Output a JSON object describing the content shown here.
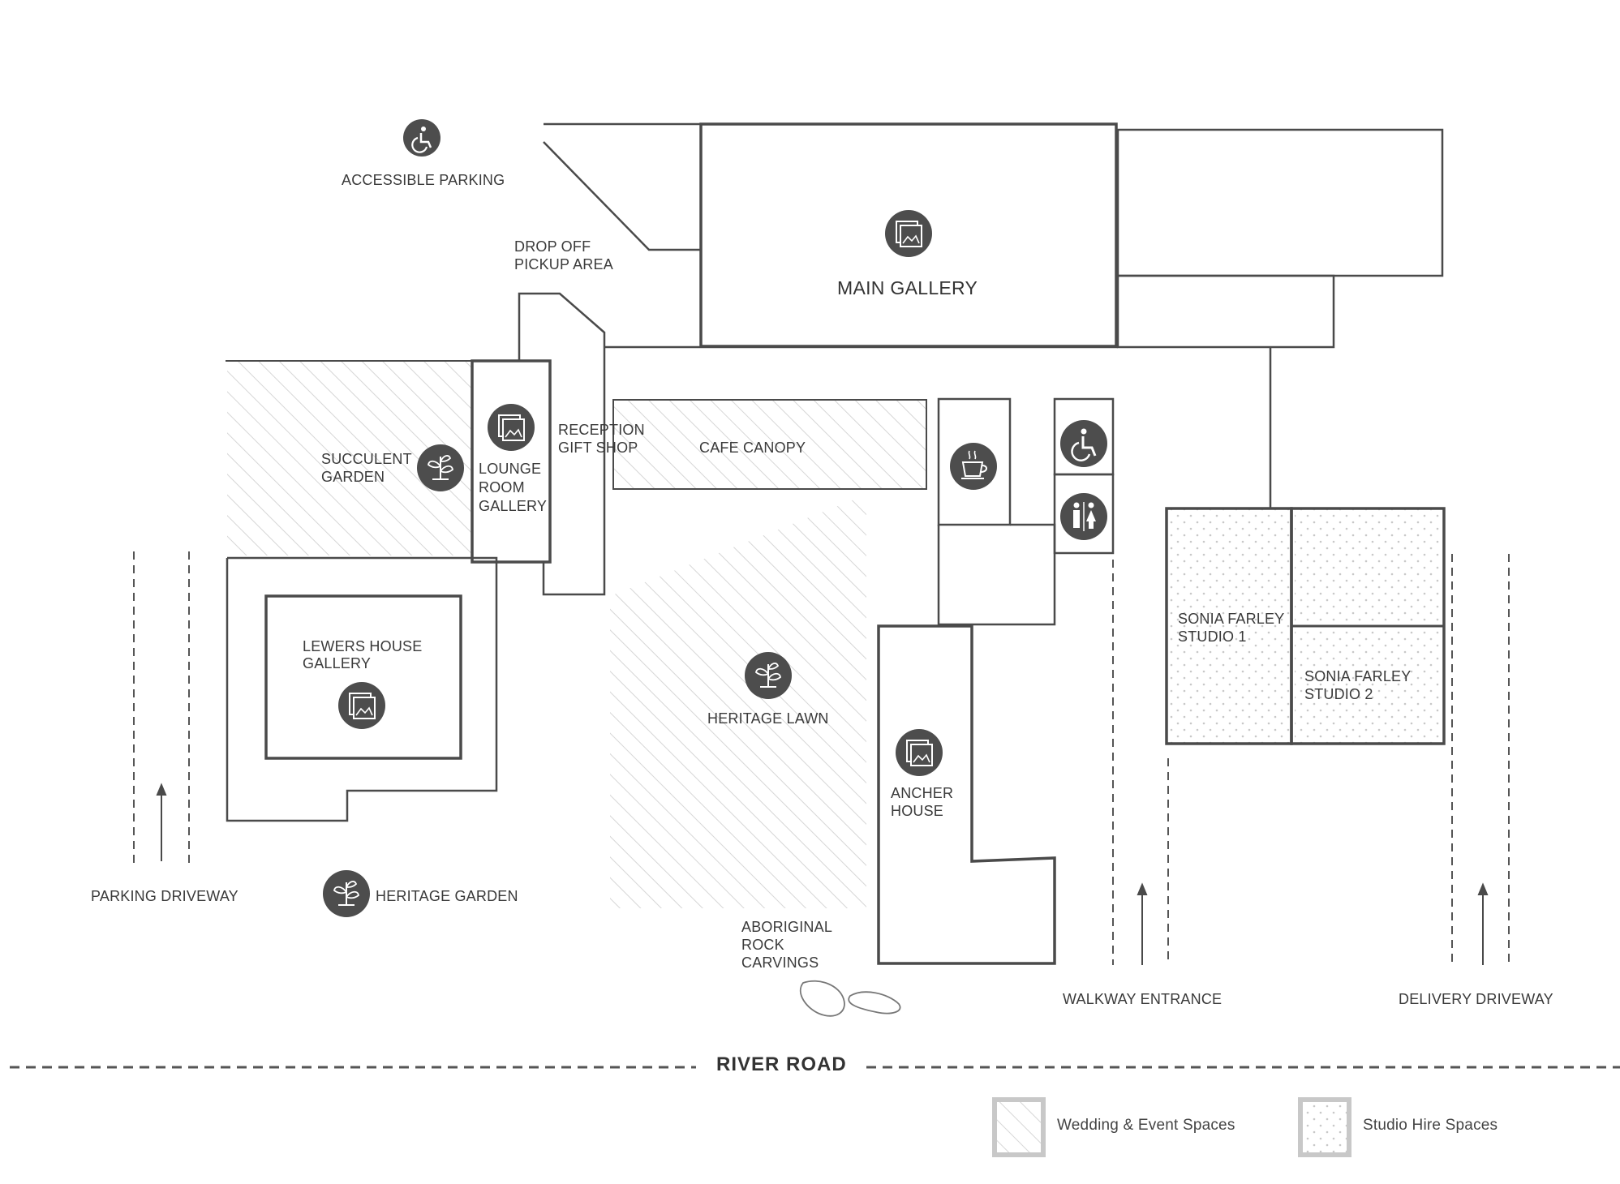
{
  "labels": {
    "accessible_parking": "ACCESSIBLE PARKING",
    "drop_off_1": "DROP OFF",
    "drop_off_2": "PICKUP AREA",
    "main_gallery": "MAIN GALLERY",
    "reception_1": "RECEPTION",
    "reception_2": "GIFT SHOP",
    "cafe_canopy": "CAFE CANOPY",
    "succulent_1": "SUCCULENT",
    "succulent_2": "GARDEN",
    "lounge_1": "LOUNGE",
    "lounge_2": "ROOM",
    "lounge_3": "GALLERY",
    "lewers_1": "LEWERS HOUSE",
    "lewers_2": "GALLERY",
    "heritage_lawn": "HERITAGE LAWN",
    "ancher_1": "ANCHER",
    "ancher_2": "HOUSE",
    "studio1_1": "SONIA FARLEY",
    "studio1_2": "STUDIO 1",
    "studio2_1": "SONIA FARLEY",
    "studio2_2": "STUDIO 2",
    "parking_driveway": "PARKING DRIVEWAY",
    "heritage_garden": "HERITAGE GARDEN",
    "aboriginal_1": "ABORIGINAL",
    "aboriginal_2": "ROCK",
    "aboriginal_3": "CARVINGS",
    "walkway_entrance": "WALKWAY ENTRANCE",
    "delivery_driveway": "DELIVERY DRIVEWAY",
    "river_road": "RIVER ROAD"
  },
  "legend": [
    {
      "label": "Wedding & Event Spaces",
      "pattern": "hatched"
    },
    {
      "label": "Studio Hire Spaces",
      "pattern": "dotted"
    }
  ],
  "icons": {
    "accessible_parking": "accessible-parking-icon",
    "main_gallery": "gallery-icon",
    "lounge_room_gallery": "gallery-icon",
    "lewers_house_gallery": "gallery-icon",
    "ancher_house": "gallery-icon",
    "cafe": "coffee-cup-icon",
    "accessible_toilet": "wheelchair-icon",
    "toilets": "restroom-icon",
    "succulent_garden": "plant-icon",
    "heritage_lawn": "plant-icon",
    "heritage_garden": "plant-icon"
  },
  "colors": {
    "line": "#4a4a4a",
    "icon_fill": "#4d4d4d",
    "hatch": "#d6d6d6",
    "dots": "#c8c8c8"
  }
}
